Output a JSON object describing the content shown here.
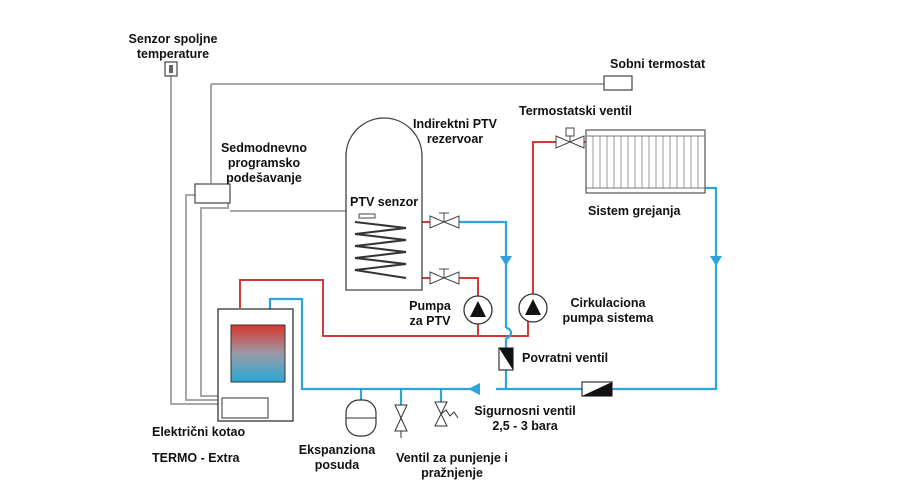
{
  "labels": {
    "outdoor_sensor": [
      "Senzor spoljne",
      "temperature"
    ],
    "room_thermostat": "Sobni termostat",
    "seven_day_programmer": [
      "Sedmodnevno",
      "programsko",
      "podešavanje"
    ],
    "dhw_tank": [
      "Indirektni PTV",
      "rezervoar"
    ],
    "thermostatic_valve": "Termostatski ventil",
    "heating_system": "Sistem grejanja",
    "dhw_sensor": "PTV senzor",
    "dhw_pump": [
      "Pumpa",
      "za PTV"
    ],
    "circulation_pump": [
      "Cirkulaciona",
      "pumpa sistema"
    ],
    "check_valve": "Povratni ventil",
    "safety_valve": [
      "Sigurnosni ventil",
      "2,5 - 3 bara"
    ],
    "electric_boiler": "Električni kotao",
    "boiler_model": "TERMO - Extra",
    "expansion_vessel": [
      "Ekspanziona",
      "posuda"
    ],
    "fill_drain_valve": [
      "Ventil za punjenje i",
      "pražnjenje"
    ]
  },
  "colors": {
    "supply_pipe": "#cf3a3a",
    "return_pipe": "#2ea4d8",
    "control_wire": "#a8a8a8"
  }
}
